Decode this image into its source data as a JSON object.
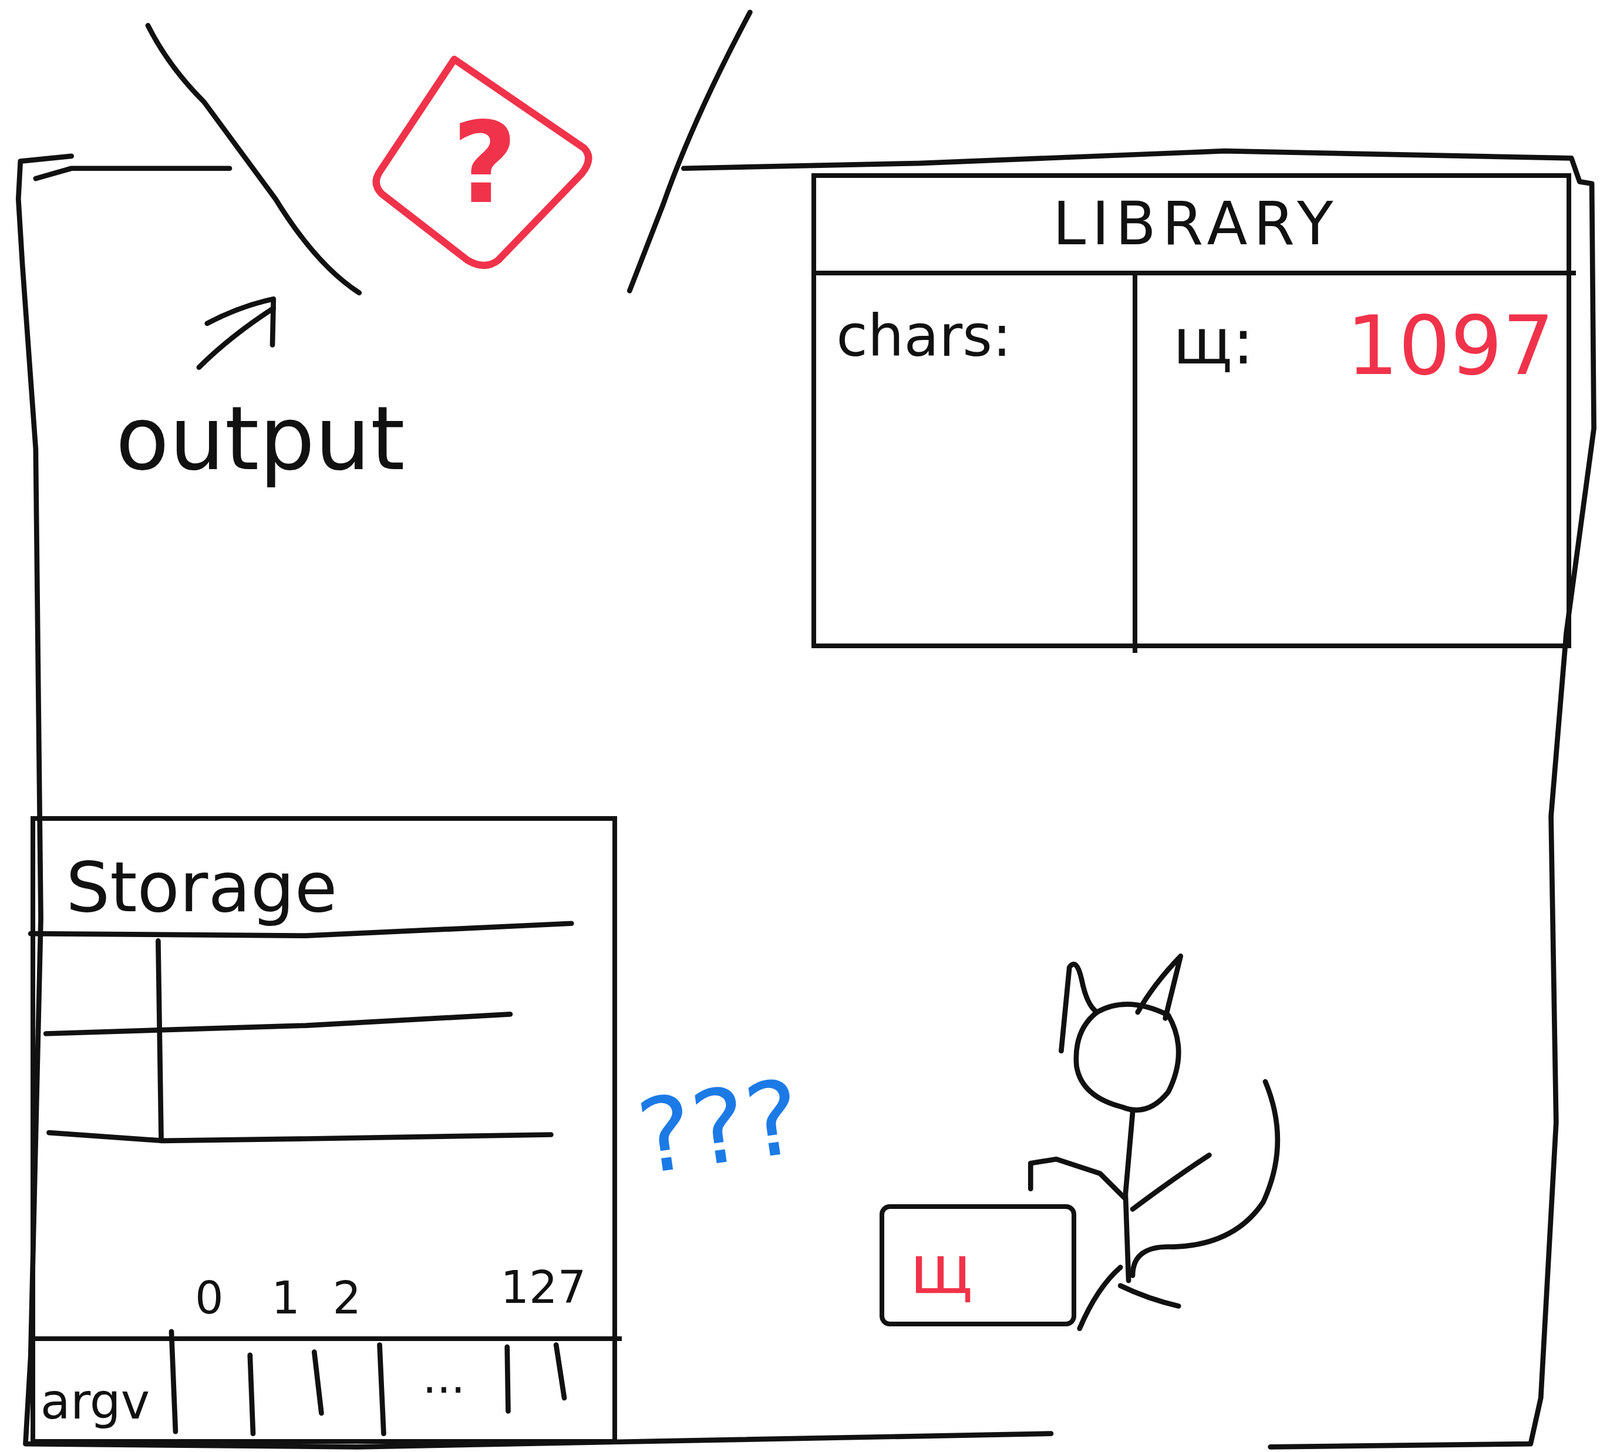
{
  "diagram": {
    "nodes": [
      {
        "text": [
          "LIBRARY"
        ]
      },
      {
        "text": [
          "chars:"
        ],
        "in": 0
      },
      {
        "text": [
          "щ:",
          "1097"
        ],
        "in": 0
      },
      {
        "text": [
          "Storage"
        ]
      },
      {
        "text": [
          "argv"
        ],
        "in": 3
      },
      {
        "text": [
          "?"
        ]
      },
      {
        "text": [
          "щ"
        ]
      }
    ],
    "labels": [
      "output",
      "???",
      "0",
      "1",
      "2",
      "...",
      "127"
    ]
  }
}
